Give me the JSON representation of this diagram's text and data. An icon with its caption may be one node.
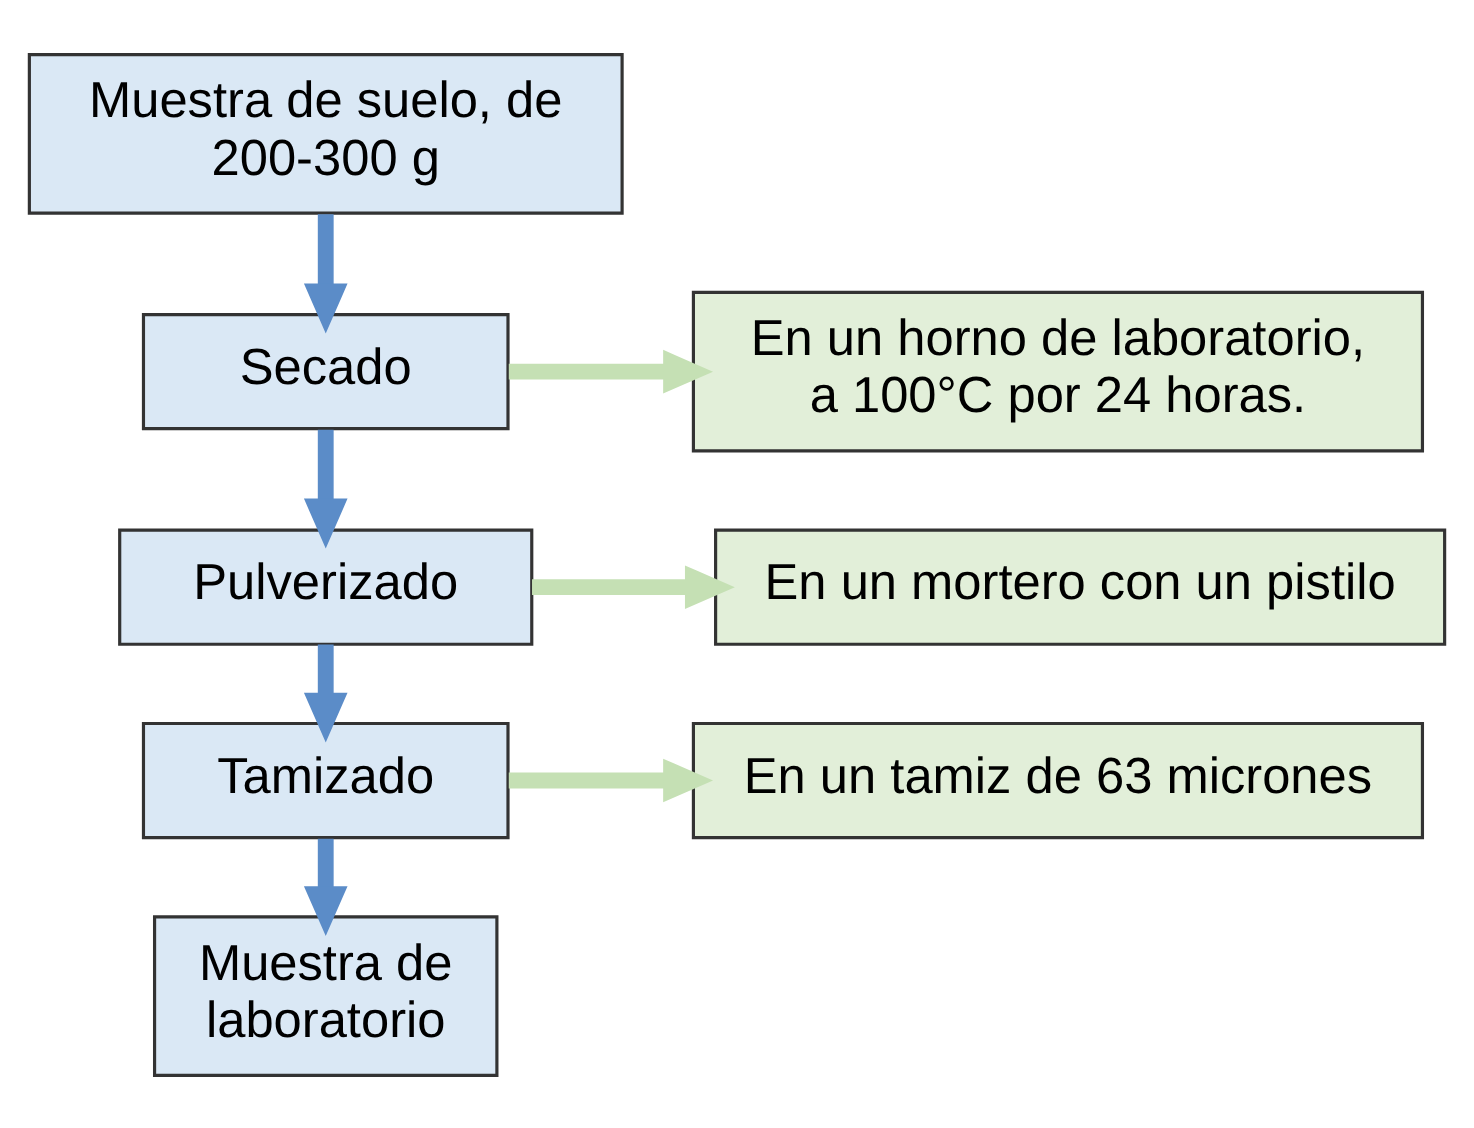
{
  "diagram": {
    "nodes": [
      {
        "text": [
          "Muestra de suelo, de 200-300 g"
        ]
      },
      {
        "text": [
          "Secado"
        ]
      },
      {
        "text": [
          "En un horno de laboratorio, a 100°C por 24 horas."
        ]
      },
      {
        "text": [
          "Pulverizado"
        ]
      },
      {
        "text": [
          "En un mortero con un pistilo"
        ]
      },
      {
        "text": [
          "Tamizado"
        ]
      },
      {
        "text": [
          "En un tamiz de 63 micrones"
        ]
      },
      {
        "text": [
          "Muestra de laboratorio"
        ]
      }
    ],
    "edges": [
      {
        "from": 0,
        "to": 1,
        "arrow": "to"
      },
      {
        "from": 1,
        "to": 2,
        "arrow": "to",
        "color": "#c5e0b4"
      },
      {
        "from": 1,
        "to": 3,
        "arrow": "to"
      },
      {
        "from": 3,
        "to": 4,
        "arrow": "to",
        "color": "#c5e0b4"
      },
      {
        "from": 3,
        "to": 5,
        "arrow": "to"
      },
      {
        "from": 5,
        "to": 6,
        "arrow": "to",
        "color": "#c5e0b4"
      },
      {
        "from": 5,
        "to": 7,
        "arrow": "to"
      }
    ]
  }
}
